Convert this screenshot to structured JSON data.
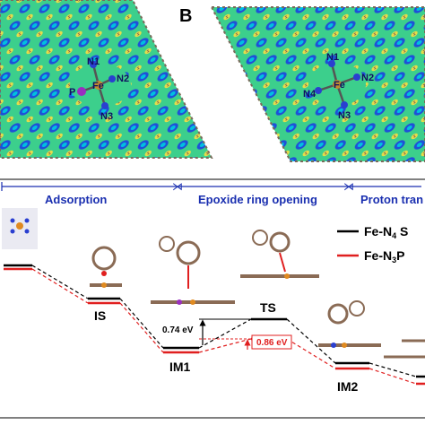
{
  "panels": {
    "b_label": "B",
    "panel_a_atoms": {
      "n1": "N1",
      "n2": "N2",
      "n3": "N3",
      "p": "P",
      "fe": "Fe"
    },
    "panel_b_atoms": {
      "n1": "N1",
      "n2": "N2",
      "n3": "N3",
      "n4": "N4",
      "fe": "Fe"
    }
  },
  "stages": {
    "adsorption": "Adsorption",
    "epoxide": "Epoxide ring opening",
    "proton": "Proton tran"
  },
  "legend": {
    "fe_n4_prefix": "Fe-N",
    "fe_n4_sub": "4",
    "fe_n4_suffix": " S",
    "fe_n3p_prefix": "Fe-N",
    "fe_n3p_sub": "3",
    "fe_n3p_suffix": "P",
    "black": "#000000",
    "red": "#e01f1f"
  },
  "states": {
    "is": "IS",
    "im1": "IM1",
    "ts": "TS",
    "im2": "IM2"
  },
  "barriers": {
    "black_value": "0.74 eV",
    "red_value": "0.86 eV"
  },
  "colors": {
    "stage_blue": "#1a2fb0",
    "red": "#e01f1f",
    "map_green": "#2fd08a",
    "map_yellow": "#e8e24a",
    "map_blue": "#2a5fe0"
  }
}
